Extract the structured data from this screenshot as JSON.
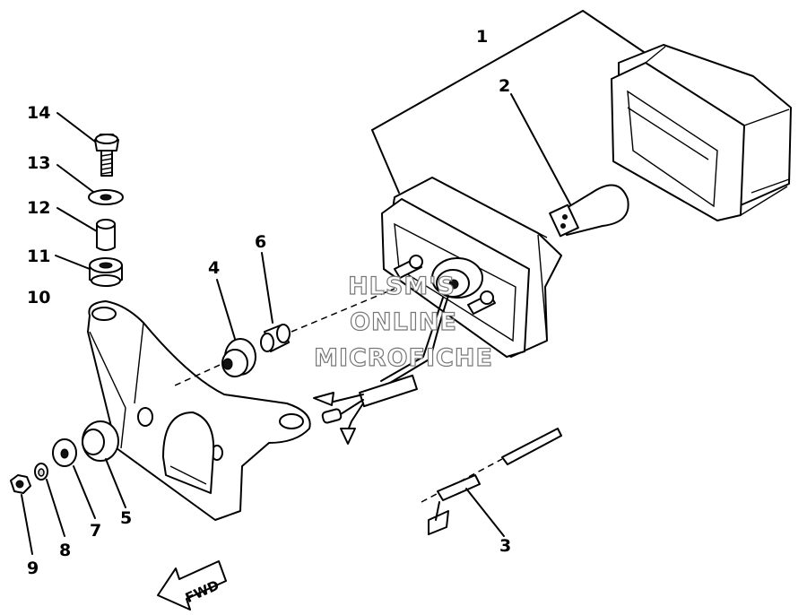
{
  "callouts": {
    "n1": "1",
    "n2": "2",
    "n3": "3",
    "n4": "4",
    "n5": "5",
    "n6": "6",
    "n7": "7",
    "n8": "8",
    "n9": "9",
    "n10": "10",
    "n11": "11",
    "n12": "12",
    "n13": "13",
    "n14": "14"
  },
  "watermark": {
    "line1": "HLSM'S",
    "line2": "ONLINE",
    "line3": "MICROFICHE"
  },
  "fwd_label": "FWD"
}
